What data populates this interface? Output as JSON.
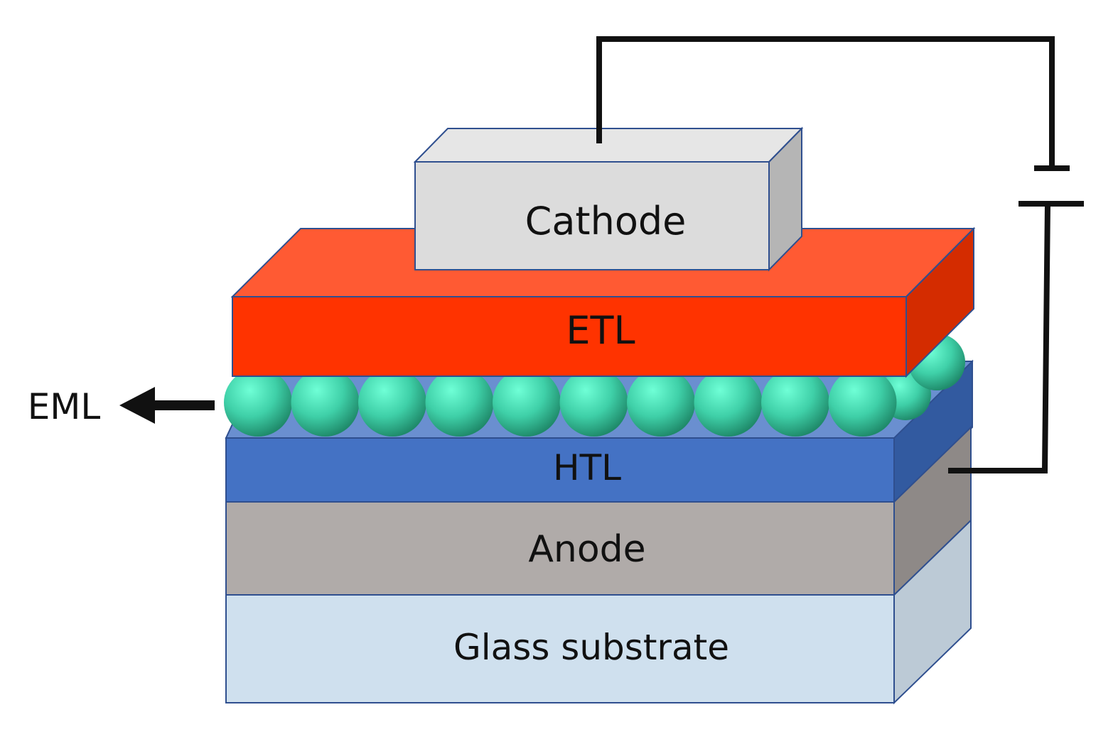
{
  "labels": {
    "cathode": "Cathode",
    "etl": "ETL",
    "eml": "EML",
    "htl": "HTL",
    "anode": "Anode",
    "glass": "Glass substrate"
  },
  "colors": {
    "glass_front": "#cfe0ee",
    "glass_top": "#e3edf6",
    "glass_side": "#bccad6",
    "anode_front": "#b0aba9",
    "anode_top": "#c4c0be",
    "anode_side": "#8e8987",
    "htl_front": "#4472c4",
    "htl_top": "#6a8fd0",
    "htl_side": "#325aa0",
    "etl_front": "#ff3300",
    "etl_top": "#ff5a33",
    "etl_side": "#d42c00",
    "cathode_front": "#dcdcdc",
    "cathode_top": "#e6e6e6",
    "cathode_side": "#b5b5b5",
    "sphere_light": "#6fffd6",
    "sphere_mid": "#3fd0a8",
    "sphere_dark": "#1f8a6a",
    "outline": "#2f4f8f",
    "wire": "#111111"
  },
  "eml": {
    "front_sphere_count": 10
  }
}
